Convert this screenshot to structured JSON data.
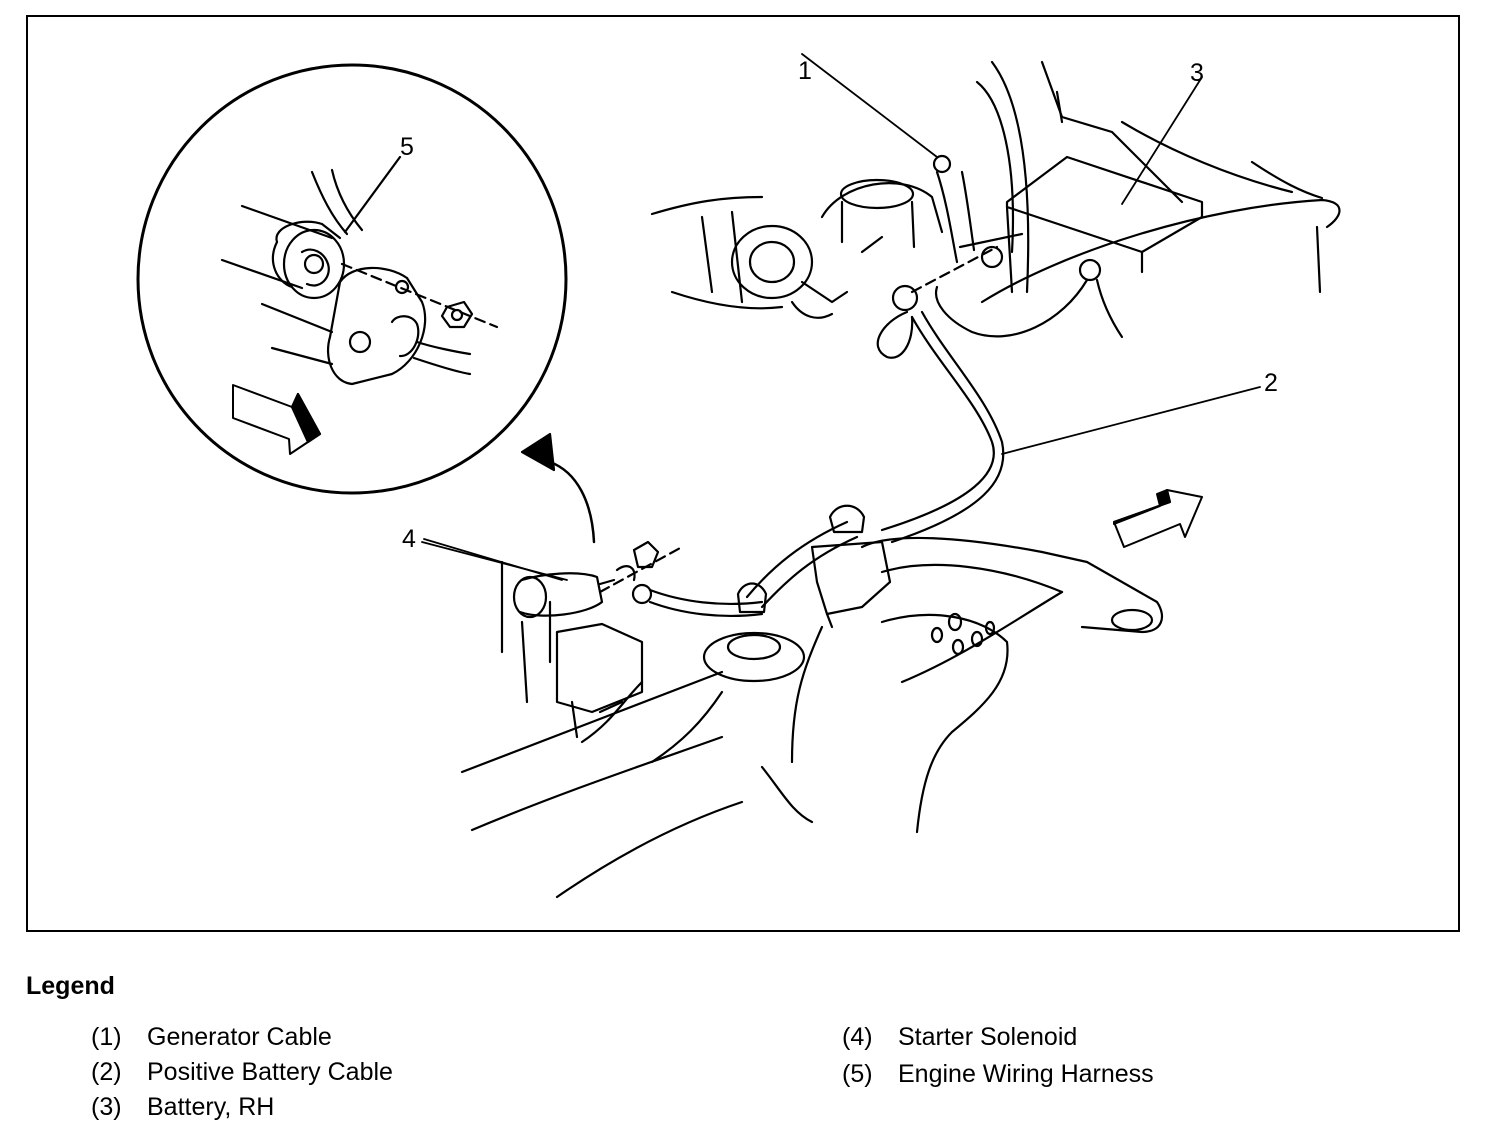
{
  "diagram": {
    "callouts": [
      {
        "id": "1",
        "label": "1"
      },
      {
        "id": "2",
        "label": "2"
      },
      {
        "id": "3",
        "label": "3"
      },
      {
        "id": "4",
        "label": "4"
      },
      {
        "id": "5",
        "label": "5"
      }
    ]
  },
  "legend": {
    "title": "Legend",
    "items": [
      {
        "number": "(1)",
        "text": "Generator Cable"
      },
      {
        "number": "(2)",
        "text": "Positive Battery Cable"
      },
      {
        "number": "(3)",
        "text": "Battery, RH"
      },
      {
        "number": "(4)",
        "text": "Starter Solenoid"
      },
      {
        "number": "(5)",
        "text": "Engine Wiring Harness"
      }
    ]
  }
}
